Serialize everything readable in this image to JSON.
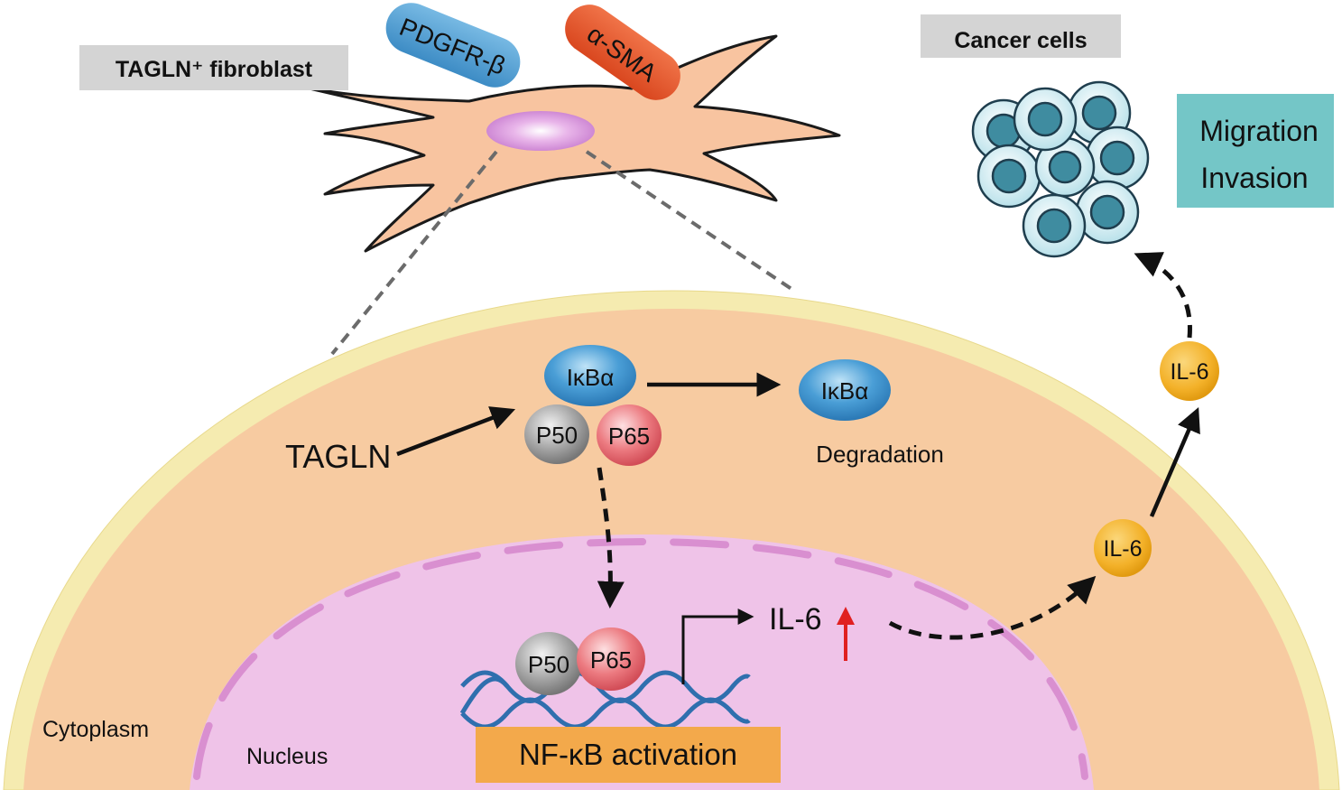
{
  "labels": {
    "fibroblast_title": "TAGLN⁺ fibroblast",
    "cancer_title": "Cancer cells",
    "migration": "Migration",
    "invasion": "Invasion",
    "pdgfr": "PDGFR-β",
    "asma": "α-SMA",
    "ikba_top": "IκBα",
    "ikba_degraded": "IκBα",
    "degradation": "Degradation",
    "tagln": "TAGLN",
    "p50_cyto": "P50",
    "p65_cyto": "P65",
    "p50_nuc": "P50",
    "p65_nuc": "P65",
    "il6_gene": "IL-6",
    "il6_secreted_1": "IL-6",
    "il6_secreted_2": "IL-6",
    "nfkb": "NF-κB activation",
    "cytoplasm": "Cytoplasm",
    "nucleus": "Nucleus"
  },
  "colors": {
    "cytoplasm": "#f7cba1",
    "membrane": "#f5ebb0",
    "nucleus": "#efc3e8",
    "nuclear_envelope": "#d98fd0",
    "fibroblast": "#f8c4a0",
    "pdgfr": "#4f9fd1",
    "asma": "#e4542a",
    "ikba": "#4a9ed6",
    "p50": "#9e9e9e",
    "p65": "#e66a72",
    "il6": "#f3b129",
    "nfkb_box": "#f3a94b",
    "dna": "#2f6fae",
    "up_arrow": "#e02020",
    "migration_box": "#74c6c7",
    "title_box": "#d4d4d4"
  }
}
